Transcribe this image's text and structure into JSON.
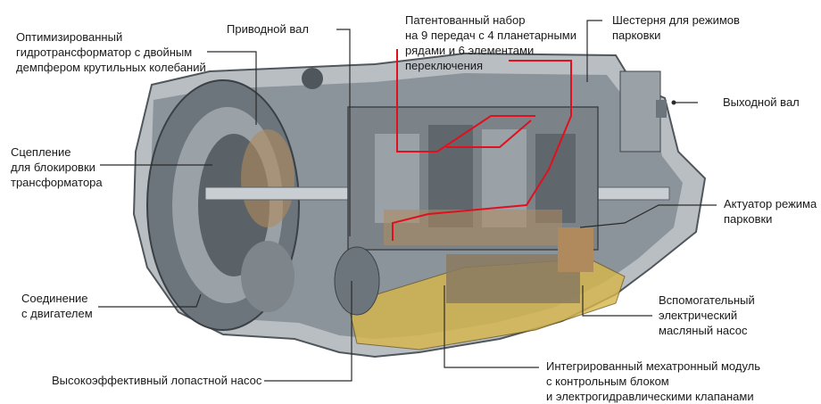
{
  "colors": {
    "leader": "#2b2b2b",
    "gear_path": "#e0101e",
    "housing": "#b9bec3",
    "housing_dark": "#4f565c",
    "internals": "#6d757c",
    "bronze": "#b08a5c",
    "oil": "#d8b64a",
    "background": "#ffffff"
  },
  "labels": {
    "torque_converter": "Оптимизированный\nгидротрансформатор с двойным\nдемпфером крутильных колебаний",
    "drive_shaft": "Приводной вал",
    "gear_set": "Патентованный набор\nна 9 передач с 4 планетарными\nрядами и 6 элементами\nпереключения",
    "park_gear": "Шестерня для режимов\nпарковки",
    "output_shaft": "Выходной вал",
    "lockup_clutch": "Сцепление\nдля блокировки\nтрансформатора",
    "park_actuator": "Актуатор режима\nпарковки",
    "engine_connection": "Соединение\nс двигателем",
    "aux_oil_pump": "Вспомогательный\nэлектрический\nмасляный насос",
    "vane_pump": "Высокоэффективный лопастной насос",
    "mechatronic": "Интегрированный мехатронный модуль\nс контрольным блоком\nи электрогидравлическими клапанами"
  }
}
